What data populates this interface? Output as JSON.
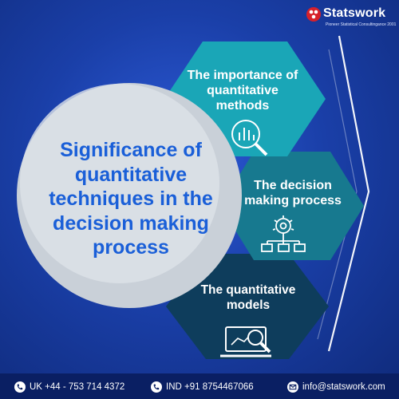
{
  "brand": {
    "name": "Statswork",
    "tagline": "Pioneer Statistical Consultingance 2001",
    "accent_color": "#d6202a"
  },
  "center": {
    "title": "Significance of quantitative techniques in the decision making process"
  },
  "sections": [
    {
      "title": "The importance of quantitative methods",
      "icon": "magnifier-chart-icon",
      "color": "#1aa6b7"
    },
    {
      "title": "The decision making process",
      "icon": "gear-network-icon",
      "color": "#17798f"
    },
    {
      "title": "The quantitative models",
      "icon": "monitor-search-icon",
      "color": "#0e3d5c"
    }
  ],
  "footer": {
    "uk_phone": "UK +44 - 753 714 4372",
    "ind_phone": "IND +91 8754467066",
    "email": "info@statswork.com"
  }
}
